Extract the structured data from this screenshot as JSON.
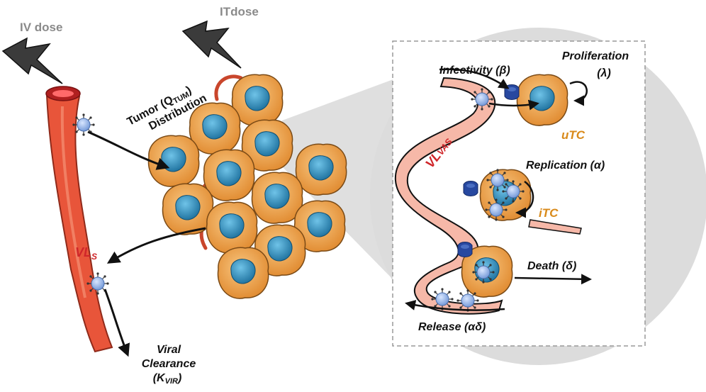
{
  "doses": {
    "iv": "IV dose",
    "it": "ITdose"
  },
  "tumor": {
    "line1_pre": "Tumor (Q",
    "line1_sub": "TUM",
    "line1_post": ")",
    "line2": "Distribution"
  },
  "systemic": {
    "vl": "VL",
    "vl_sub": "S"
  },
  "clearance": {
    "line1": "Viral",
    "line2": "Clearance",
    "line3_pre": "(K",
    "line3_sub": "VIR",
    "line3_post": ")"
  },
  "inset": {
    "infectivity": "Infectivity (β)",
    "proliferation_1": "Proliferation",
    "proliferation_2": "(λ)",
    "utc": "uTC",
    "vl_vas_1": "VL",
    "vl_vas_2": "VAS",
    "replication": "Replication (α)",
    "itc": "iTC",
    "death": "Death (δ)",
    "release": "Release (αδ)"
  },
  "colors": {
    "vessel": "#e8553a",
    "cell_body": "#f0a650",
    "nucleus": "#2c8fbf",
    "virus": "#8fb3e8",
    "receptor": "#2748a0",
    "magnifier": "#dcdcdc",
    "inset_vessel": "#f6b8a8"
  }
}
